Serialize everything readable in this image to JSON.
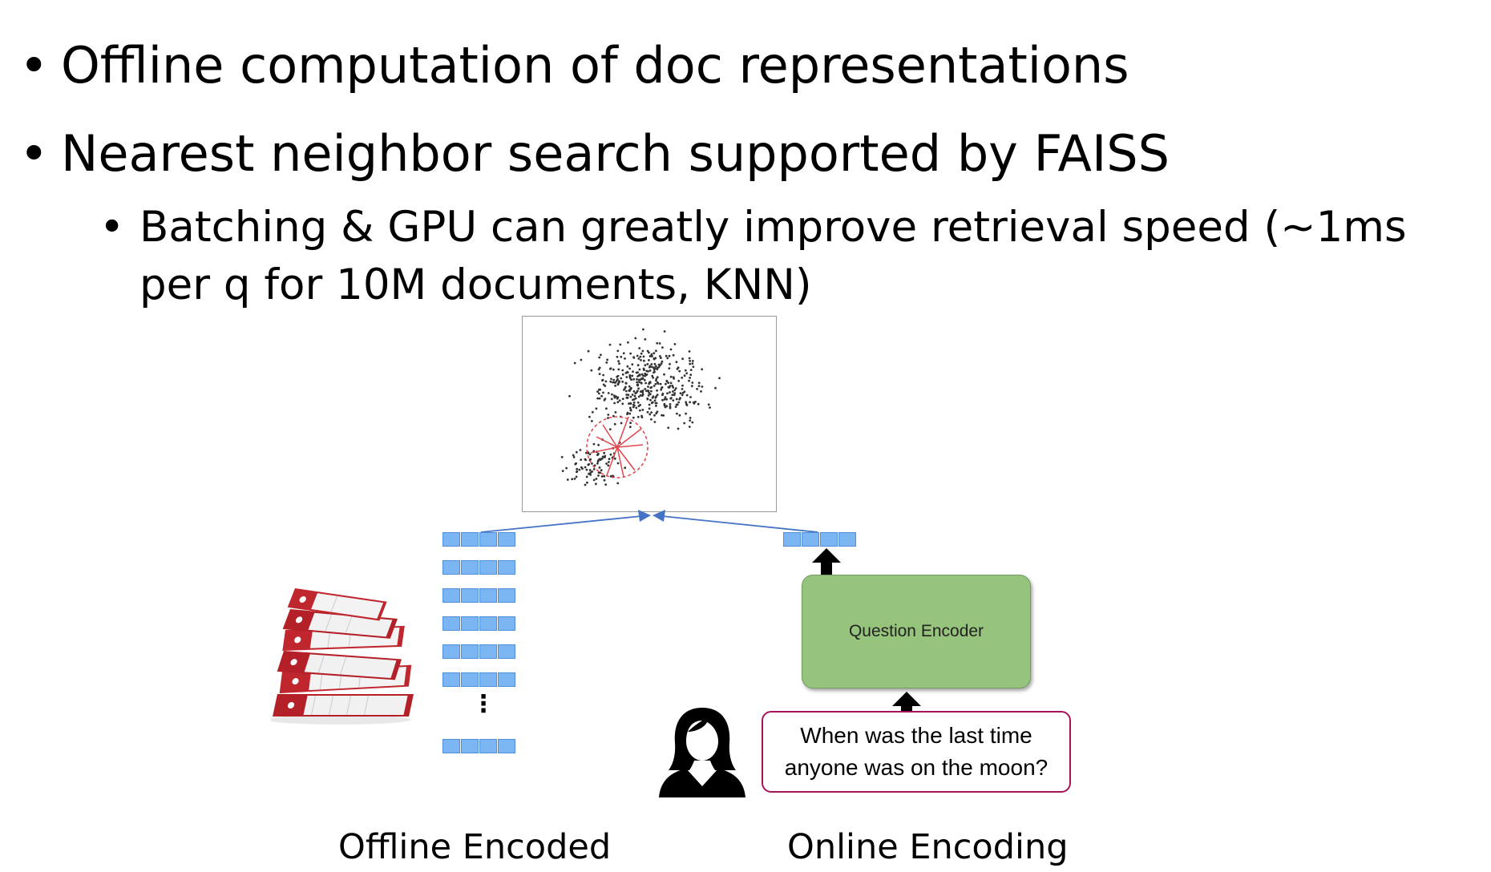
{
  "bullets": [
    {
      "level": 1,
      "text": "Offline computation of doc representations"
    },
    {
      "level": 1,
      "text": "Nearest neighbor search supported by FAISS"
    },
    {
      "level": 2,
      "text": "Batching & GPU can greatly improve retrieval speed (~1ms per q for 10M documents, KNN)"
    }
  ],
  "bullet_glyphs": {
    "level1": "•",
    "level2": "•"
  },
  "diagram": {
    "encoder_label": "Question Encoder",
    "question_text": "When was the last time anyone was on the moon?",
    "vertical_ellipsis": "⋮",
    "offline_caption": "Offline Encoded",
    "online_caption": "Online Encoding"
  },
  "icons": [
    "document-binders-icon",
    "user-icon",
    "up-arrow-icon",
    "scatter-plot"
  ],
  "colors": {
    "vector_fill": "#7bb6f2",
    "vector_border": "#4f8fd6",
    "encoder_fill": "#96c47c",
    "question_border": "#a5125e",
    "binder_red": "#c0262e",
    "neighbor_red": "#e0474c",
    "arrow_blue": "#4472c4"
  }
}
